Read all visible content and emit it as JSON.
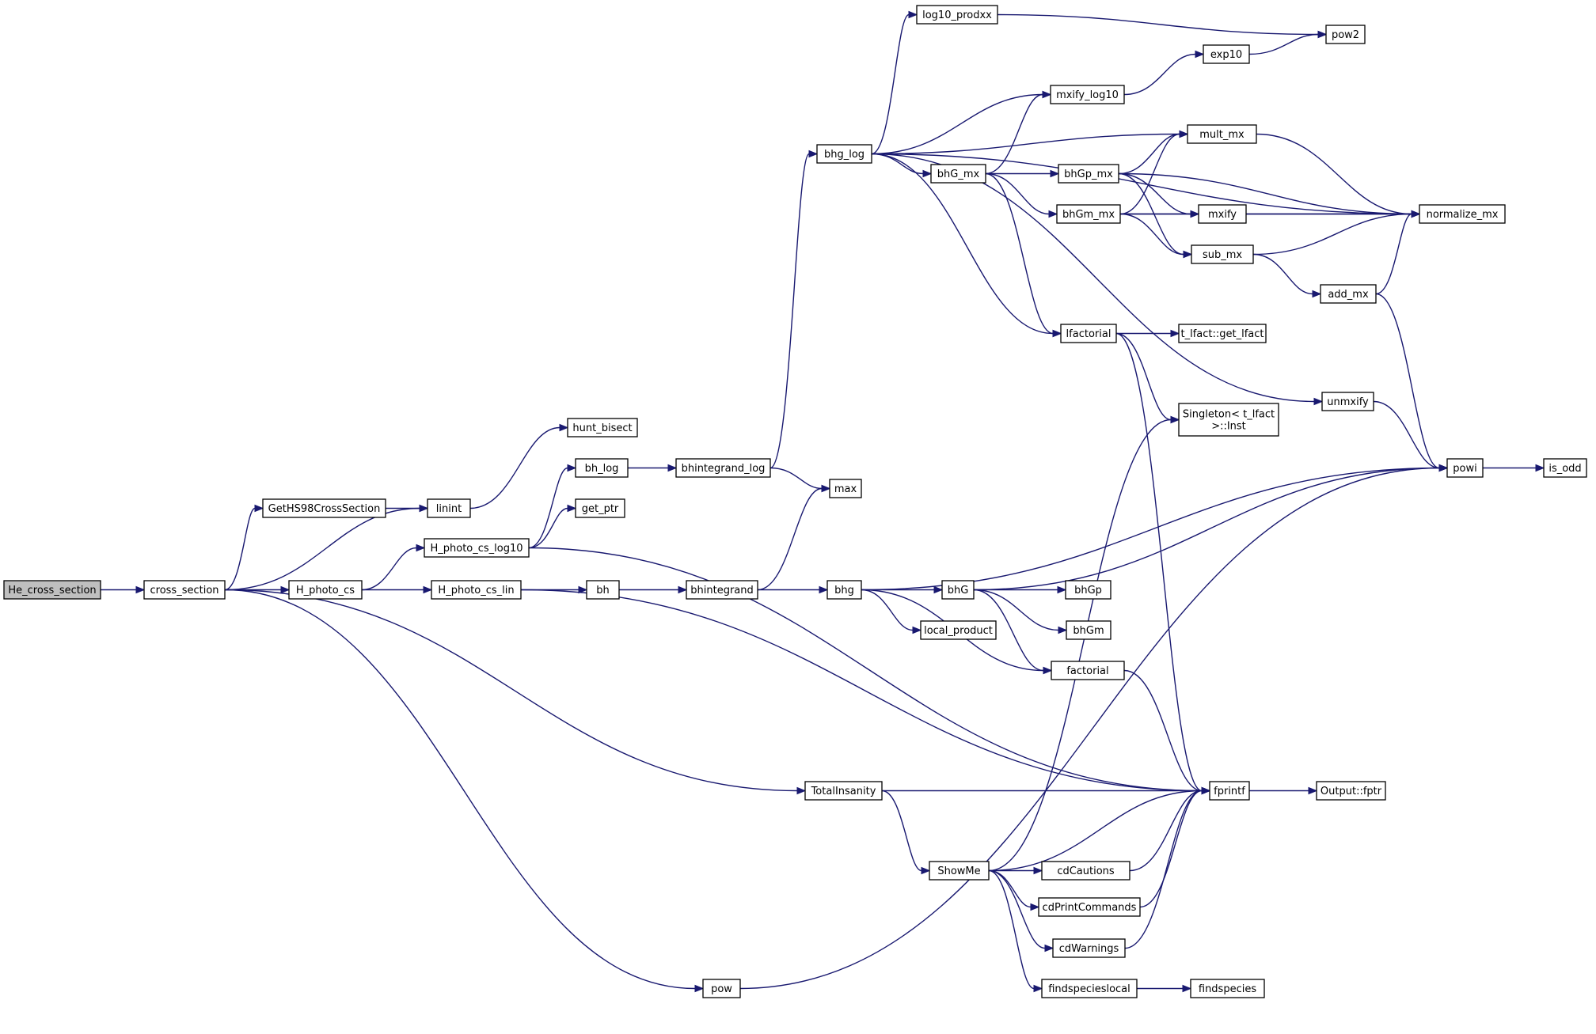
{
  "graph": {
    "type": "call-graph",
    "root": "He_cross_section",
    "nodes": [
      {
        "id": "He_cross_section",
        "label": "He_cross_section",
        "root": true
      },
      {
        "id": "cross_section",
        "label": "cross_section"
      },
      {
        "id": "GetHS98CrossSection",
        "label": "GetHS98CrossSection"
      },
      {
        "id": "linint",
        "label": "linint"
      },
      {
        "id": "hunt_bisect",
        "label": "hunt_bisect"
      },
      {
        "id": "H_photo_cs",
        "label": "H_photo_cs"
      },
      {
        "id": "H_photo_cs_log10",
        "label": "H_photo_cs_log10"
      },
      {
        "id": "H_photo_cs_lin",
        "label": "H_photo_cs_lin"
      },
      {
        "id": "bh_log",
        "label": "bh_log"
      },
      {
        "id": "get_ptr",
        "label": "get_ptr"
      },
      {
        "id": "bh",
        "label": "bh"
      },
      {
        "id": "bhintegrand_log",
        "label": "bhintegrand_log"
      },
      {
        "id": "bhintegrand",
        "label": "bhintegrand"
      },
      {
        "id": "max",
        "label": "max"
      },
      {
        "id": "bhg_log",
        "label": "bhg_log"
      },
      {
        "id": "bhg",
        "label": "bhg"
      },
      {
        "id": "log10_prodxx",
        "label": "log10_prodxx"
      },
      {
        "id": "pow2",
        "label": "pow2"
      },
      {
        "id": "exp10",
        "label": "exp10"
      },
      {
        "id": "mxify_log10",
        "label": "mxify_log10"
      },
      {
        "id": "bhG_mx",
        "label": "bhG_mx"
      },
      {
        "id": "bhGp_mx",
        "label": "bhGp_mx"
      },
      {
        "id": "bhGm_mx",
        "label": "bhGm_mx"
      },
      {
        "id": "mult_mx",
        "label": "mult_mx"
      },
      {
        "id": "mxify",
        "label": "mxify"
      },
      {
        "id": "sub_mx",
        "label": "sub_mx"
      },
      {
        "id": "add_mx",
        "label": "add_mx"
      },
      {
        "id": "normalize_mx",
        "label": "normalize_mx"
      },
      {
        "id": "lfactorial",
        "label": "lfactorial"
      },
      {
        "id": "t_lfact_get_lfact",
        "label": "t_lfact::get_lfact"
      },
      {
        "id": "singleton_inst",
        "label": "Singleton< t_lfact\n>::Inst"
      },
      {
        "id": "unmxify",
        "label": "unmxify"
      },
      {
        "id": "powi",
        "label": "powi"
      },
      {
        "id": "is_odd",
        "label": "is_odd"
      },
      {
        "id": "bhG",
        "label": "bhG"
      },
      {
        "id": "bhGp",
        "label": "bhGp"
      },
      {
        "id": "bhGm",
        "label": "bhGm"
      },
      {
        "id": "local_product",
        "label": "local_product"
      },
      {
        "id": "factorial",
        "label": "factorial"
      },
      {
        "id": "TotalInsanity",
        "label": "TotalInsanity"
      },
      {
        "id": "fprintf",
        "label": "fprintf"
      },
      {
        "id": "Output_fptr",
        "label": "Output::fptr"
      },
      {
        "id": "ShowMe",
        "label": "ShowMe"
      },
      {
        "id": "cdCautions",
        "label": "cdCautions"
      },
      {
        "id": "cdPrintCommands",
        "label": "cdPrintCommands"
      },
      {
        "id": "cdWarnings",
        "label": "cdWarnings"
      },
      {
        "id": "findspecieslocal",
        "label": "findspecieslocal"
      },
      {
        "id": "findspecies",
        "label": "findspecies"
      },
      {
        "id": "pow",
        "label": "pow"
      }
    ],
    "edges": [
      [
        "He_cross_section",
        "cross_section"
      ],
      [
        "cross_section",
        "GetHS98CrossSection"
      ],
      [
        "cross_section",
        "linint"
      ],
      [
        "cross_section",
        "H_photo_cs"
      ],
      [
        "cross_section",
        "TotalInsanity"
      ],
      [
        "cross_section",
        "pow"
      ],
      [
        "GetHS98CrossSection",
        "linint"
      ],
      [
        "linint",
        "hunt_bisect"
      ],
      [
        "H_photo_cs",
        "H_photo_cs_log10"
      ],
      [
        "H_photo_cs",
        "H_photo_cs_lin"
      ],
      [
        "H_photo_cs_log10",
        "bh_log"
      ],
      [
        "H_photo_cs_log10",
        "get_ptr"
      ],
      [
        "H_photo_cs_log10",
        "fprintf"
      ],
      [
        "H_photo_cs_lin",
        "bh"
      ],
      [
        "H_photo_cs_lin",
        "fprintf"
      ],
      [
        "bh_log",
        "bhintegrand_log"
      ],
      [
        "bhintegrand_log",
        "bhg_log"
      ],
      [
        "bhintegrand_log",
        "max"
      ],
      [
        "bh",
        "bhintegrand"
      ],
      [
        "bhintegrand",
        "max"
      ],
      [
        "bhintegrand",
        "bhg"
      ],
      [
        "bhg_log",
        "log10_prodxx"
      ],
      [
        "bhg_log",
        "mxify_log10"
      ],
      [
        "bhg_log",
        "mult_mx"
      ],
      [
        "bhg_log",
        "normalize_mx"
      ],
      [
        "bhg_log",
        "bhG_mx"
      ],
      [
        "bhg_log",
        "lfactorial"
      ],
      [
        "bhg_log",
        "unmxify"
      ],
      [
        "log10_prodxx",
        "pow2"
      ],
      [
        "mxify_log10",
        "exp10"
      ],
      [
        "exp10",
        "pow2"
      ],
      [
        "bhG_mx",
        "mxify_log10"
      ],
      [
        "bhG_mx",
        "bhGp_mx"
      ],
      [
        "bhG_mx",
        "bhGm_mx"
      ],
      [
        "bhG_mx",
        "lfactorial"
      ],
      [
        "bhGp_mx",
        "mult_mx"
      ],
      [
        "bhGp_mx",
        "mxify"
      ],
      [
        "bhGp_mx",
        "normalize_mx"
      ],
      [
        "bhGp_mx",
        "sub_mx"
      ],
      [
        "bhGm_mx",
        "mult_mx"
      ],
      [
        "bhGm_mx",
        "mxify"
      ],
      [
        "bhGm_mx",
        "sub_mx"
      ],
      [
        "bhGm_mx",
        "normalize_mx"
      ],
      [
        "mult_mx",
        "normalize_mx"
      ],
      [
        "mxify",
        "normalize_mx"
      ],
      [
        "sub_mx",
        "normalize_mx"
      ],
      [
        "sub_mx",
        "add_mx"
      ],
      [
        "add_mx",
        "normalize_mx"
      ],
      [
        "add_mx",
        "powi"
      ],
      [
        "lfactorial",
        "t_lfact_get_lfact"
      ],
      [
        "lfactorial",
        "singleton_inst"
      ],
      [
        "lfactorial",
        "fprintf"
      ],
      [
        "unmxify",
        "powi"
      ],
      [
        "powi",
        "is_odd"
      ],
      [
        "bhg",
        "powi"
      ],
      [
        "bhg",
        "bhG"
      ],
      [
        "bhg",
        "local_product"
      ],
      [
        "bhg",
        "factorial"
      ],
      [
        "bhG",
        "powi"
      ],
      [
        "bhG",
        "bhGp"
      ],
      [
        "bhG",
        "bhGm"
      ],
      [
        "bhG",
        "factorial"
      ],
      [
        "factorial",
        "fprintf"
      ],
      [
        "TotalInsanity",
        "fprintf"
      ],
      [
        "TotalInsanity",
        "ShowMe"
      ],
      [
        "fprintf",
        "Output_fptr"
      ],
      [
        "ShowMe",
        "singleton_inst"
      ],
      [
        "ShowMe",
        "fprintf"
      ],
      [
        "ShowMe",
        "cdCautions"
      ],
      [
        "ShowMe",
        "cdPrintCommands"
      ],
      [
        "ShowMe",
        "cdWarnings"
      ],
      [
        "ShowMe",
        "findspecieslocal"
      ],
      [
        "cdCautions",
        "fprintf"
      ],
      [
        "cdPrintCommands",
        "fprintf"
      ],
      [
        "cdWarnings",
        "fprintf"
      ],
      [
        "findspecieslocal",
        "findspecies"
      ],
      [
        "pow",
        "powi"
      ]
    ]
  },
  "colors": {
    "edge": "#191970",
    "node_border": "#000000",
    "node_fill": "#ffffff",
    "root_fill": "#bfbfbf"
  }
}
